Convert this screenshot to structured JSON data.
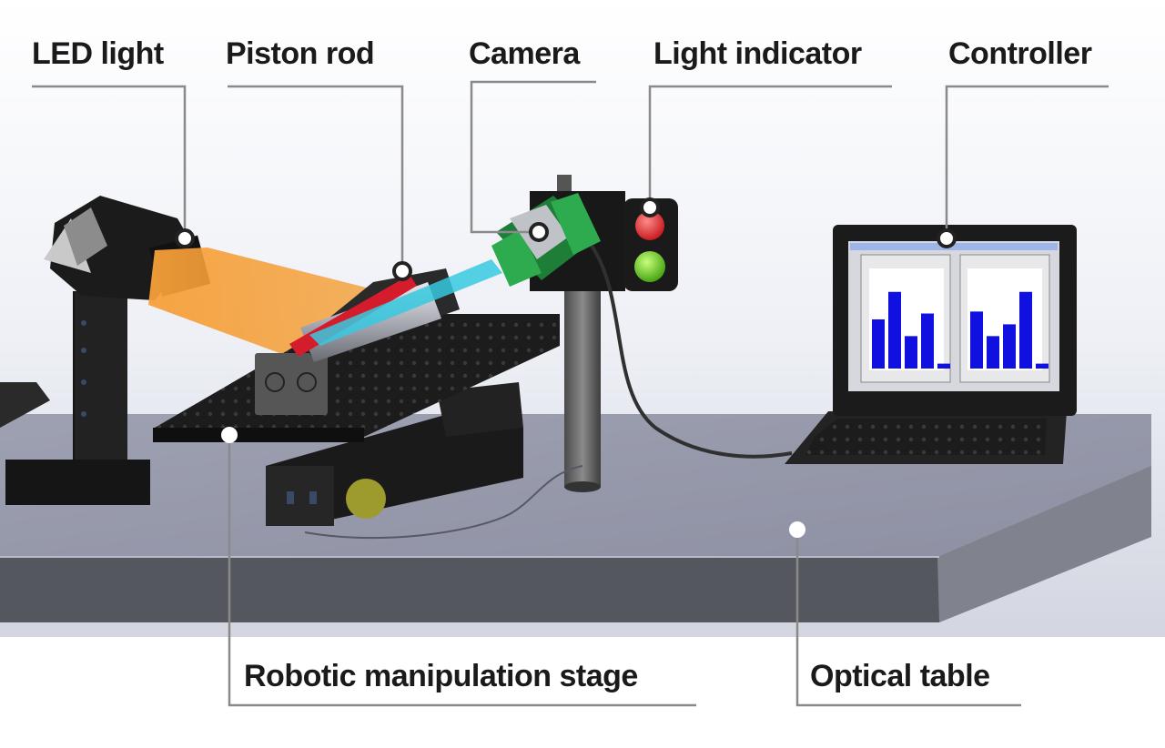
{
  "labels": {
    "led_light": "LED light",
    "piston_rod": "Piston rod",
    "camera": "Camera",
    "light_indicator": "Light indicator",
    "controller": "Controller",
    "robotic_stage": "Robotic manipulation stage",
    "optical_table": "Optical table"
  },
  "colors": {
    "leader_line": "#8a8a8a",
    "beam_orange": "#f39a2b",
    "beam_cyan": "#37c9e0",
    "piston_red": "#d41c2c",
    "table_top": "#9a9dae",
    "table_side": "#55575f",
    "camera_green": "#2eab4f",
    "indicator_red": "#e3242b",
    "indicator_green": "#5fc21a",
    "chart_bars": "#1010e0"
  },
  "icons": {
    "led_light": "led-light-icon",
    "camera": "camera-icon",
    "light_indicator": "traffic-light-icon",
    "controller": "laptop-icon",
    "stage": "motion-stage-icon",
    "table": "optical-table-icon"
  },
  "screen_charts": [
    {
      "values": [
        0.5,
        0.78,
        0.33,
        0.56,
        0.05
      ]
    },
    {
      "values": [
        0.58,
        0.33,
        0.45,
        0.78,
        0.05
      ]
    }
  ]
}
